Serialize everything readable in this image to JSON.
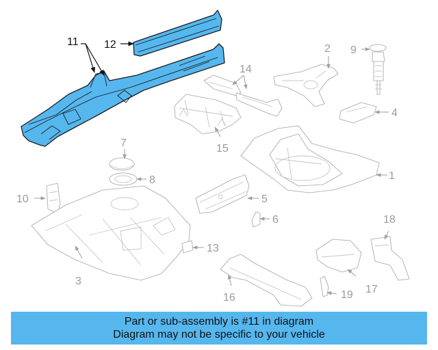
{
  "callouts": {
    "c1": "1",
    "c2": "2",
    "c3": "3",
    "c4": "4",
    "c5": "5",
    "c6": "6",
    "c7": "7",
    "c8": "8",
    "c9": "9",
    "c10": "10",
    "c11": "11",
    "c12": "12",
    "c13": "13",
    "c14": "14",
    "c15": "15",
    "c16": "16",
    "c17": "17",
    "c18": "18",
    "c19": "19"
  },
  "highlighted_parts": [
    "11",
    "12"
  ],
  "colors": {
    "highlight": "#56b7ee",
    "banner": "#56b7ee",
    "part_outline": "#b9b9b9",
    "callout_gray": "#9a9a9a"
  },
  "banner": {
    "line1": "Part or sub-assembly is #11 in diagram",
    "line2": "Diagram may not be specific to your vehicle"
  }
}
